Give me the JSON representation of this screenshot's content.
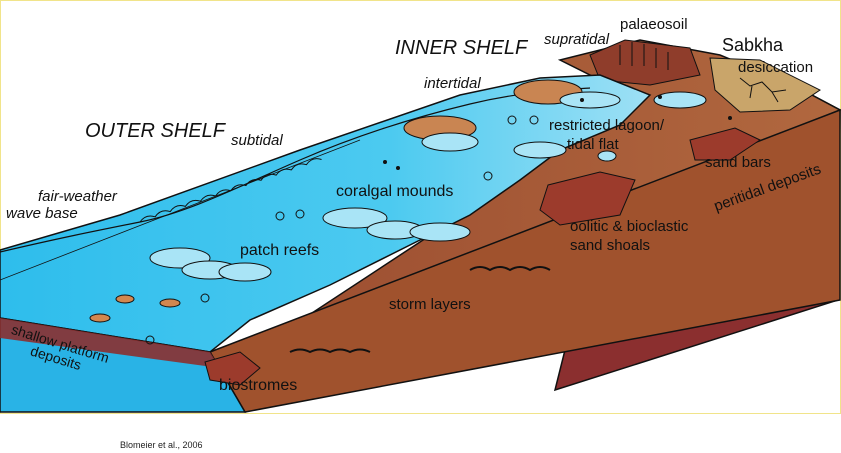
{
  "labels": {
    "outer_shelf": "OUTER SHELF",
    "inner_shelf": "INNER SHELF",
    "subtidal": "subtidal",
    "intertidal": "intertidal",
    "supratidal": "supratidal",
    "palaeosoil": "palaeosoil",
    "sabkha": "Sabkha",
    "desiccation": "desiccation",
    "restricted_lagoon_1": "restricted lagoon/",
    "restricted_lagoon_2": "tidal flat",
    "sand_bars": "sand bars",
    "fair_weather_1": "fair-weather",
    "fair_weather_2": "wave base",
    "coralgal_mounds": "coralgal mounds",
    "peritidal_deposits": "peritidal deposits",
    "oolitic_1": "oolitic & bioclastic",
    "oolitic_2": "sand shoals",
    "patch_reefs": "patch reefs",
    "storm_layers": "storm layers",
    "shallow_platform_1": "shallow platform",
    "shallow_platform_2": "deposits",
    "biostromes": "biostromes"
  },
  "credit": "Blomeier et al., 2006",
  "colors": {
    "water": "#33c3ee",
    "water_light": "#a9e4f6",
    "sediment_top": "#a45a36",
    "sediment_side": "#8b2f2f",
    "block_front": "#29b3e6",
    "sand_body": "#c98552",
    "outline": "#111111"
  }
}
